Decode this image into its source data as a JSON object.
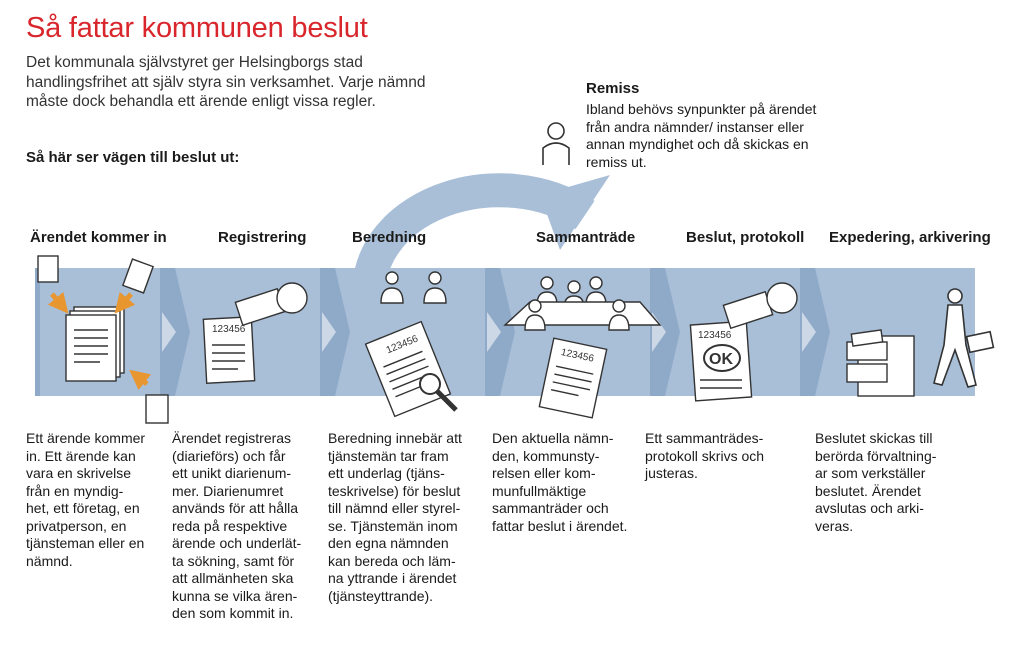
{
  "title": "Så fattar kommunen beslut",
  "intro": "Det kommunala självstyret ger Helsingborgs stad handlingsfrihet att själv styra sin verksamhet. Varje nämnd måste dock behandla ett ärende enligt vissa regler.",
  "lead": "Så här ser vägen till beslut ut:",
  "remiss": {
    "title": "Remiss",
    "text": "Ibland behövs synpunkter på ärendet från andra nämnder/ instanser eller annan myndighet och då skickas en remiss ut."
  },
  "stages": [
    {
      "title": "Ärendet kommer in",
      "desc": "Ett ärende kommer\nin. Ett ärende kan\nvara en skrivelse\nfrån en myndig-\nhet, ett företag, en\nprivatperson, en\ntjänsteman eller en\nnämnd."
    },
    {
      "title": "Registrering",
      "desc": "Ärendet registreras\n(diarieförs) och får\nett unikt diarienum-\nmer. Diarienumret\nanvänds för att hålla\nreda på respektive\närende och underlät-\nta sökning, samt för\natt allmänheten ska\nkunna se vilka ären-\nden som kommit in."
    },
    {
      "title": "Beredning",
      "desc": "Beredning innebär att\ntjänstemän tar fram\nett underlag (tjäns-\nteskrivelse) för beslut\ntill nämnd eller styrel-\nse. Tjänstemän inom\nden egna nämnden\nkan bereda och läm-\nna yttrande i ärendet\n(tjänsteyttrande)."
    },
    {
      "title": "Sammanträde",
      "desc": "Den aktuella nämn-\nden, kommunsty-\nrelsen eller kom-\nmunfullmäktige\nsammanträder och\nfattar beslut i ärendet."
    },
    {
      "title": "Beslut, protokoll",
      "desc": "Ett sammanträdes-\nprotokoll skrivs och\njusteras."
    },
    {
      "title": "Expedering, arkivering",
      "desc": "Beslutet skickas till\nberörda förvaltning-\nar som verkställer\nbeslutet. Ärendet\navslutas och arki-\nveras."
    }
  ],
  "doc_number": "123456",
  "ok_label": "OK",
  "colors": {
    "title_red": "#d9262c",
    "band_blue": "#8fa9c8",
    "panel_blue": "#a9bfd8",
    "accent_orange": "#e8962f"
  }
}
